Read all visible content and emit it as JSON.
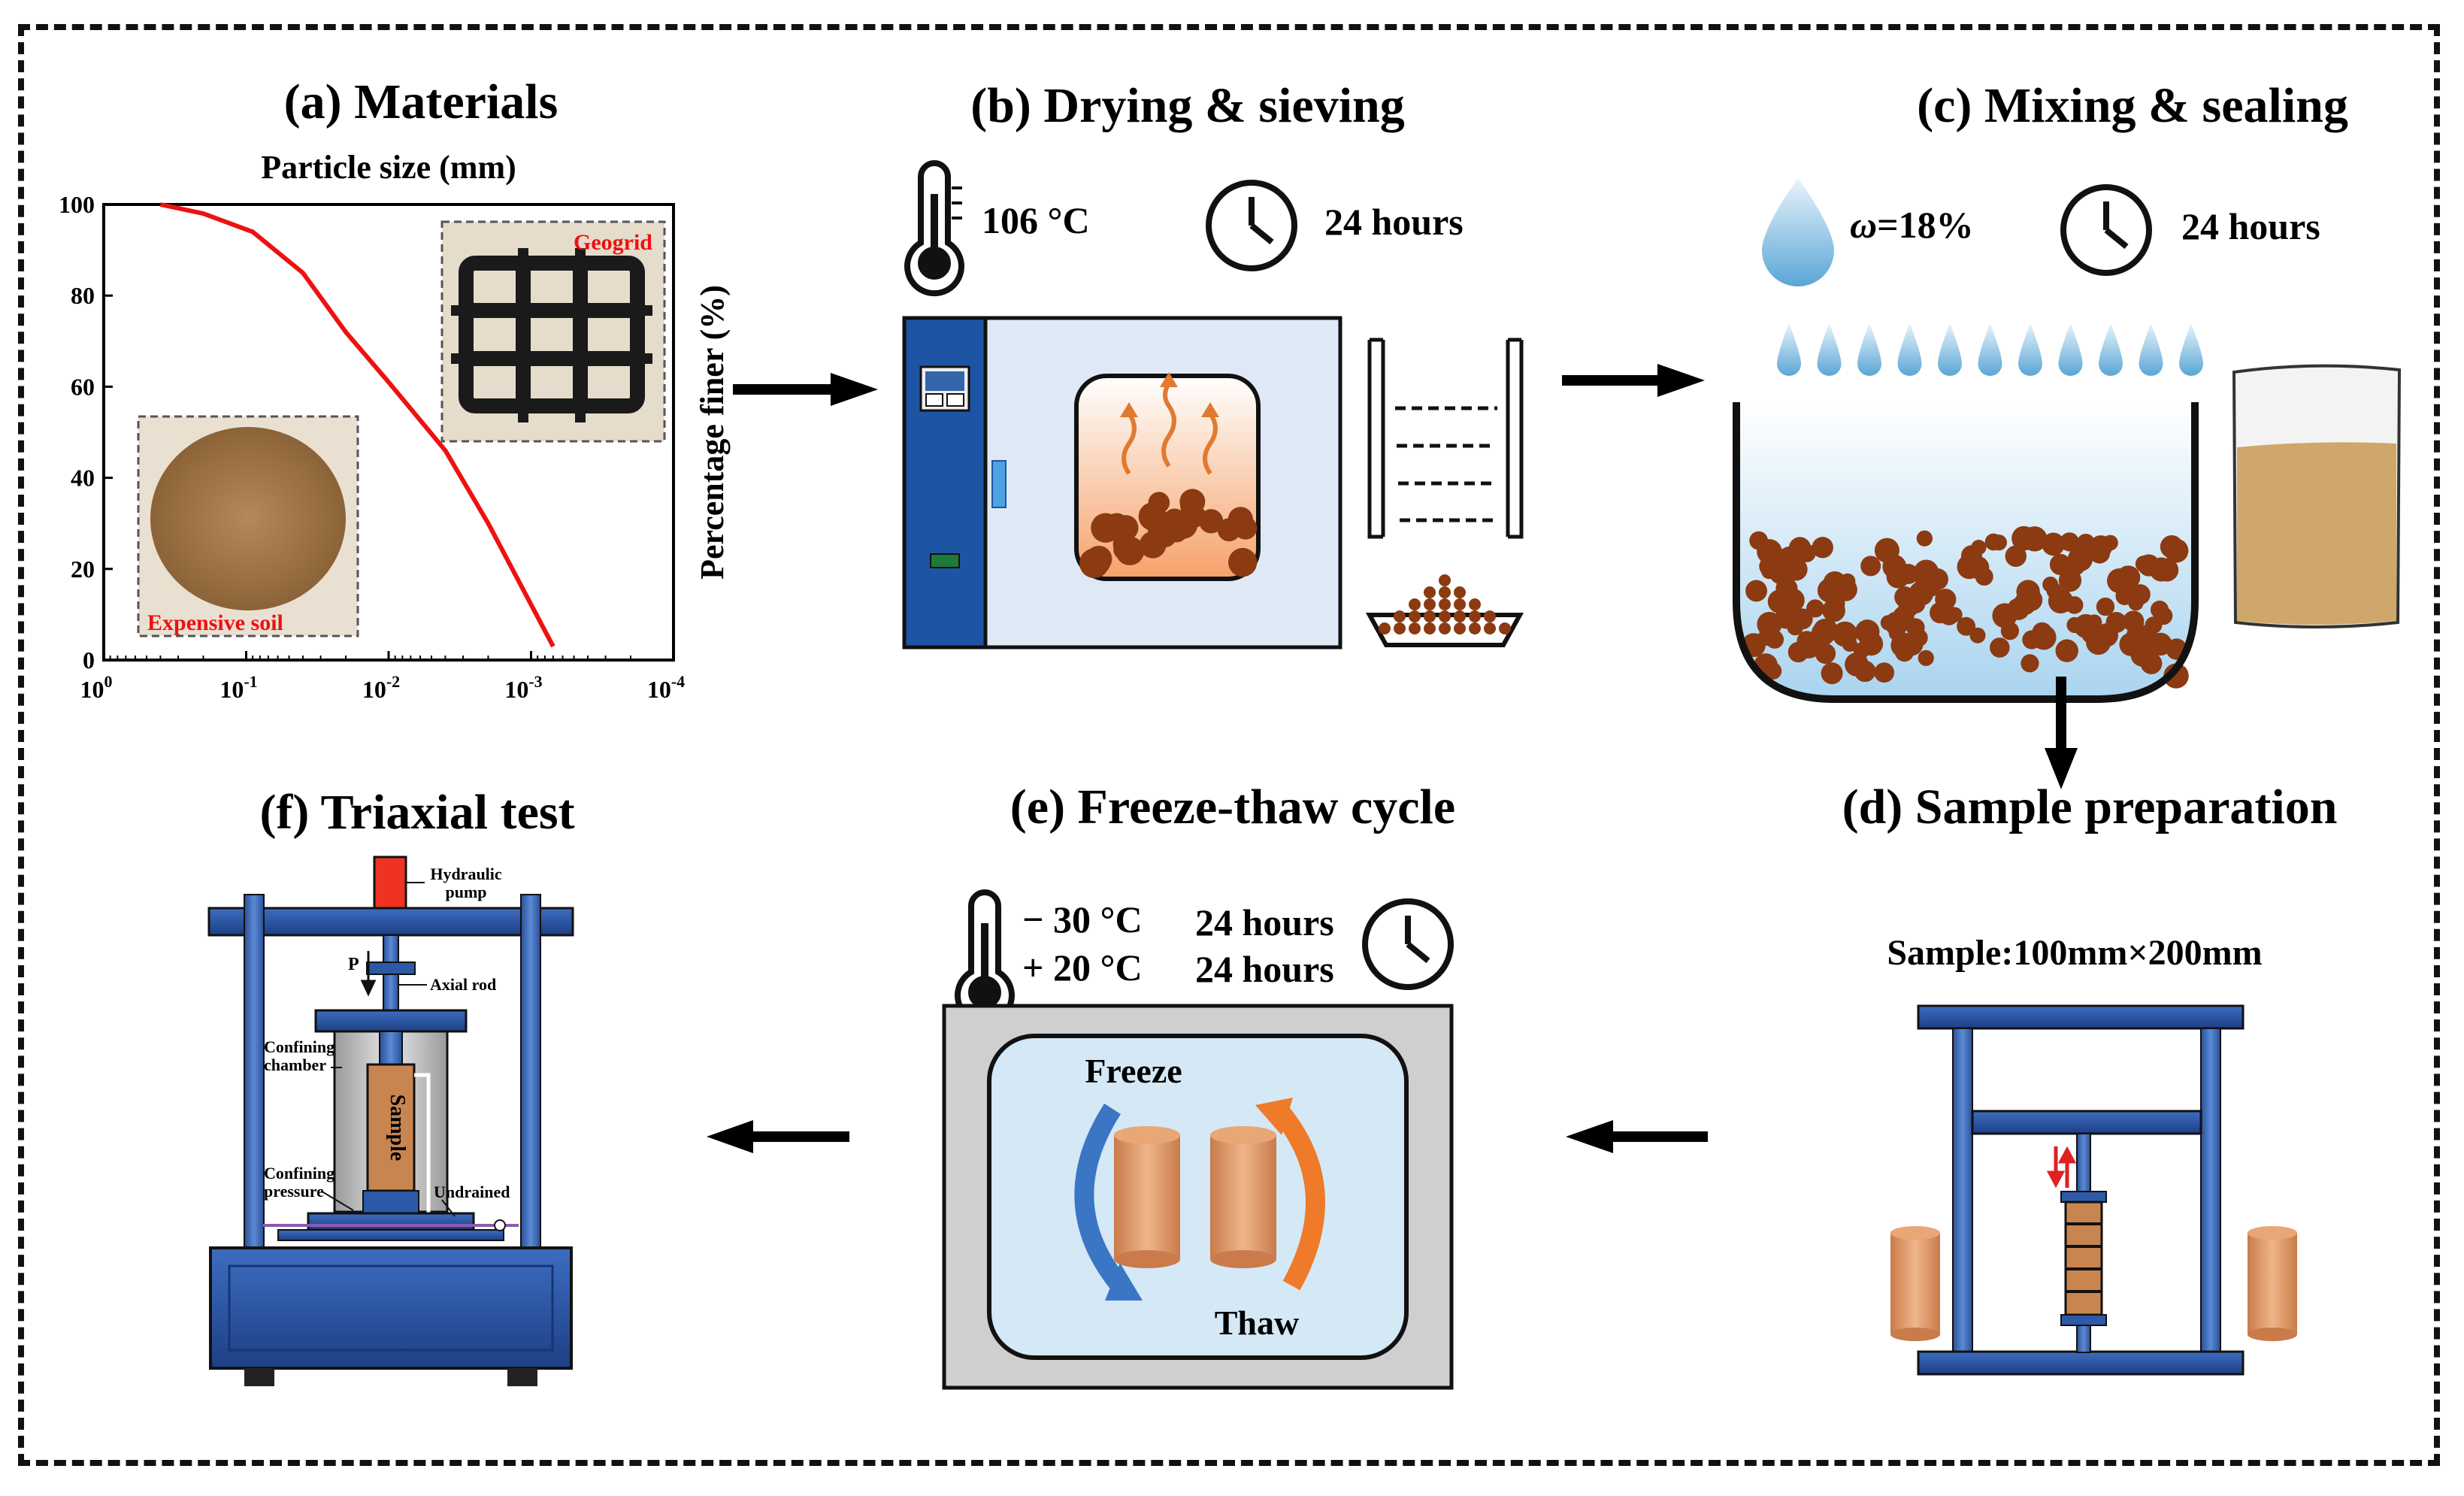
{
  "panels": {
    "a": "(a) Materials",
    "b": "(b) Drying & sieving",
    "c": "(c) Mixing & sealing",
    "d": "(d) Sample preparation",
    "e": "(e) Freeze-thaw cycle",
    "f": "(f) Triaxial test"
  },
  "chart_data": {
    "type": "line",
    "title": "Particle size (mm)",
    "xlabel": "Particle size (mm)",
    "ylabel": "Percentage finer (%)",
    "x_scale": "log-reversed",
    "xlim": [
      1,
      0.0001
    ],
    "ylim": [
      0,
      100
    ],
    "y_ticks": [
      "0",
      "20",
      "40",
      "60",
      "80",
      "100"
    ],
    "x_tick_bases": [
      "10",
      "10",
      "10",
      "10",
      "10"
    ],
    "x_tick_exps": [
      "0",
      "-1",
      "-2",
      "-3",
      "-4"
    ],
    "series": [
      {
        "color": "#ee1111",
        "x": [
          0.4,
          0.2,
          0.09,
          0.04,
          0.02,
          0.01,
          0.004,
          0.002,
          0.0007
        ],
        "y": [
          100,
          98,
          94,
          85,
          72,
          61,
          46,
          30,
          3
        ]
      }
    ],
    "photo_labels": {
      "geogrid": "Geogrid",
      "soil": "Expensive soil"
    }
  },
  "b": {
    "temp": "106 °C",
    "time": "24 hours"
  },
  "c": {
    "moisture_symbol": "ω",
    "moisture_value": "=18%",
    "time": "24 hours"
  },
  "d": {
    "sample_label": "Sample:",
    "sample_value": "100mm×200mm"
  },
  "e": {
    "freeze_temp": "− 30 °C",
    "thaw_temp": "+ 20 °C",
    "freeze_time": "24 hours",
    "thaw_time": "24 hours",
    "freeze_label": "Freeze",
    "thaw_label": "Thaw"
  },
  "f": {
    "pump": [
      "Hydraulic",
      "pump"
    ],
    "load": "P",
    "rod": "Axial rod",
    "chamber": [
      "Confining",
      "chamber"
    ],
    "sample": "Sample",
    "pressure": [
      "Confining",
      "pressure"
    ],
    "undrained": "Undrained"
  },
  "colors": {
    "curve": "#ee1111",
    "oven_blue": "#1e54a4",
    "frame_blue": "#2c5aa8",
    "soil_brown": "#8b3a12",
    "water": "#bfe0f3",
    "freeze_arrow": "#3a76c4",
    "thaw_arrow": "#ee7a2a"
  }
}
